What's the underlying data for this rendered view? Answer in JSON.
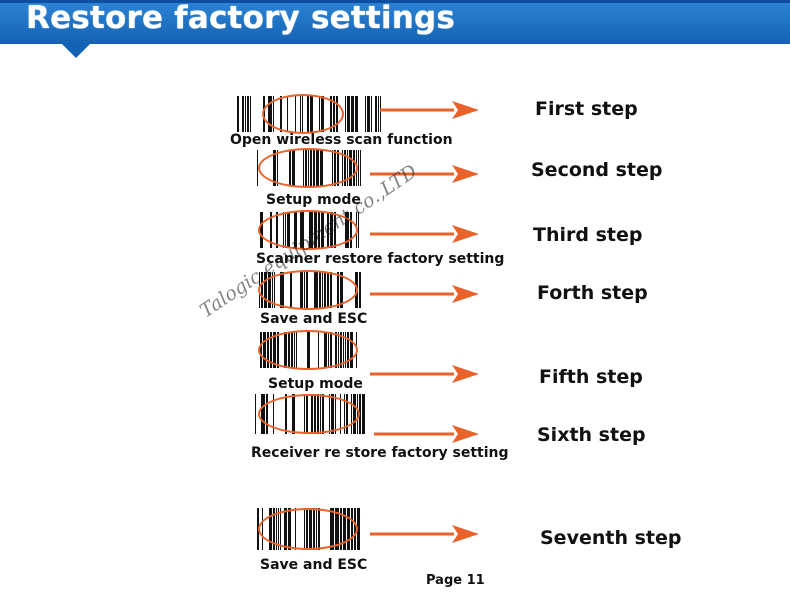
{
  "header": {
    "title": "Restore factory settings",
    "color": "#1c6cc4"
  },
  "accent_color": "#e8622a",
  "rows": [
    {
      "caption": "Open wireless scan function",
      "step_label": "First step"
    },
    {
      "caption": "Setup mode",
      "step_label": "Second step"
    },
    {
      "caption": "Scanner restore factory setting",
      "step_label": "Third step"
    },
    {
      "caption": "Save and ESC",
      "step_label": "Forth step"
    },
    {
      "caption": "Setup mode",
      "step_label": "Fifth step"
    },
    {
      "caption": "Receiver re store factory setting",
      "step_label": "Sixth step"
    },
    {
      "caption": "Save and ESC",
      "step_label": "Seventh step"
    }
  ],
  "watermark": "Talogic equipment co.,LTD",
  "footer": {
    "page": "Page 11"
  }
}
